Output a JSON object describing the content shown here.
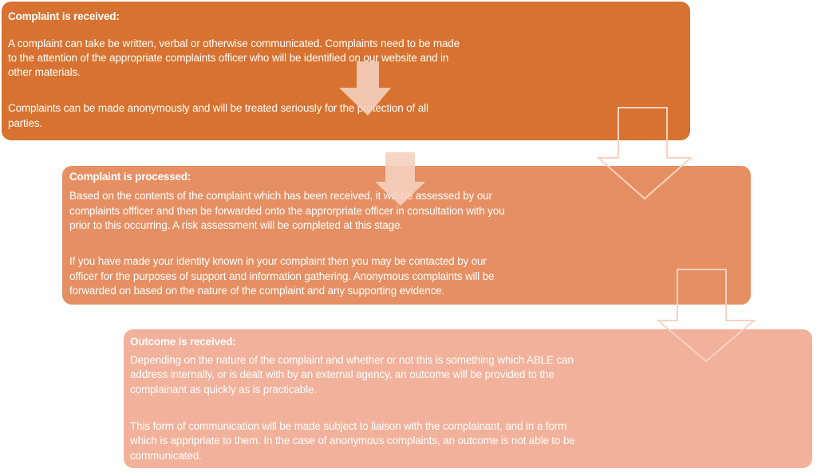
{
  "steps": [
    {
      "title": "Complaint is received:",
      "paragraphs": [
        [
          "A complaint can take be written, verbal or otherwise communicated. Complaints need to be made",
          "to the attention of the appropriate complaints officer who will be identified on our website and in",
          "other materials."
        ],
        [
          "Complaints can be made anonymously and will be treated seriously for the protection of all",
          "parties."
        ]
      ]
    },
    {
      "title": "Complaint is processed:",
      "paragraphs": [
        [
          "Based on the contents of the complaint which has been received, it will be assessed by our",
          "complaints offficer and then be forwarded onto the approrpriate officer in consultation with you",
          "prior to this occurring.  A risk assessment will be completed at this stage."
        ],
        [
          "If you have made your identity known in your complaint then you may be contacted by our",
          "officer for the purposes of support and information gathering. Anonymous complaints will be",
          "forwarded on based on the nature of the complaint and any supporting evidence."
        ]
      ]
    },
    {
      "title": "Outcome is received:",
      "paragraphs": [
        [
          "Depending on the nature of the complaint and whether or not this is something which ABLE can",
          "address internally, or is dealt with by an external agency, an outcome will be provided to the",
          "complainant as quickly as is practicable."
        ],
        [
          "This form of communication will be made subject to liaison with the complainant, and in a form",
          "which is appripriate to them. In the case of anonymous complaints, an outcome is not able to be",
          "communicated."
        ]
      ]
    }
  ],
  "colors": {
    "step1": "#D87230",
    "step2": "#E68F63",
    "step3": "#F2B19A",
    "arrow": "#F5D0BF"
  }
}
